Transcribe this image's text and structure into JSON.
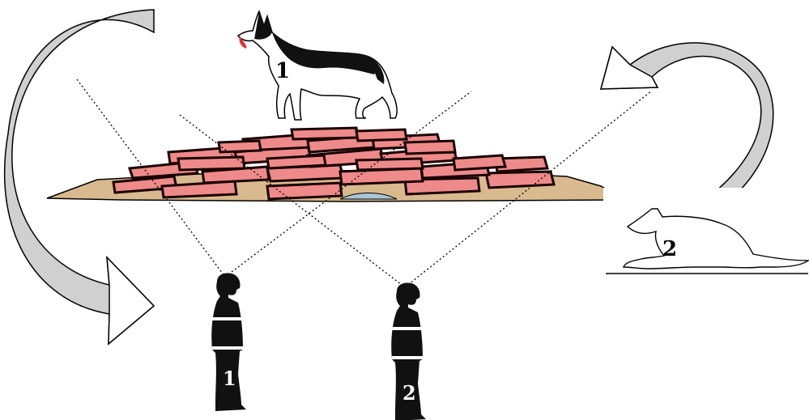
{
  "labels": {
    "dog_standing": "1",
    "dog_lying": "2",
    "handler_left": "1",
    "handler_right": "2"
  },
  "colors": {
    "brick_fill": "#ee8a8a",
    "brick_edge": "#1a0000",
    "ground": "#d9b98e",
    "puddle": "#a9c6d6",
    "arrow_fill": "#d0d0d0",
    "arrow_white": "#ffffff",
    "sight_lines": "#000000"
  },
  "icons": [
    "german-shepherd-standing",
    "dog-lying-down",
    "firefighter-silhouette",
    "curved-arrow",
    "rubble-pile"
  ]
}
